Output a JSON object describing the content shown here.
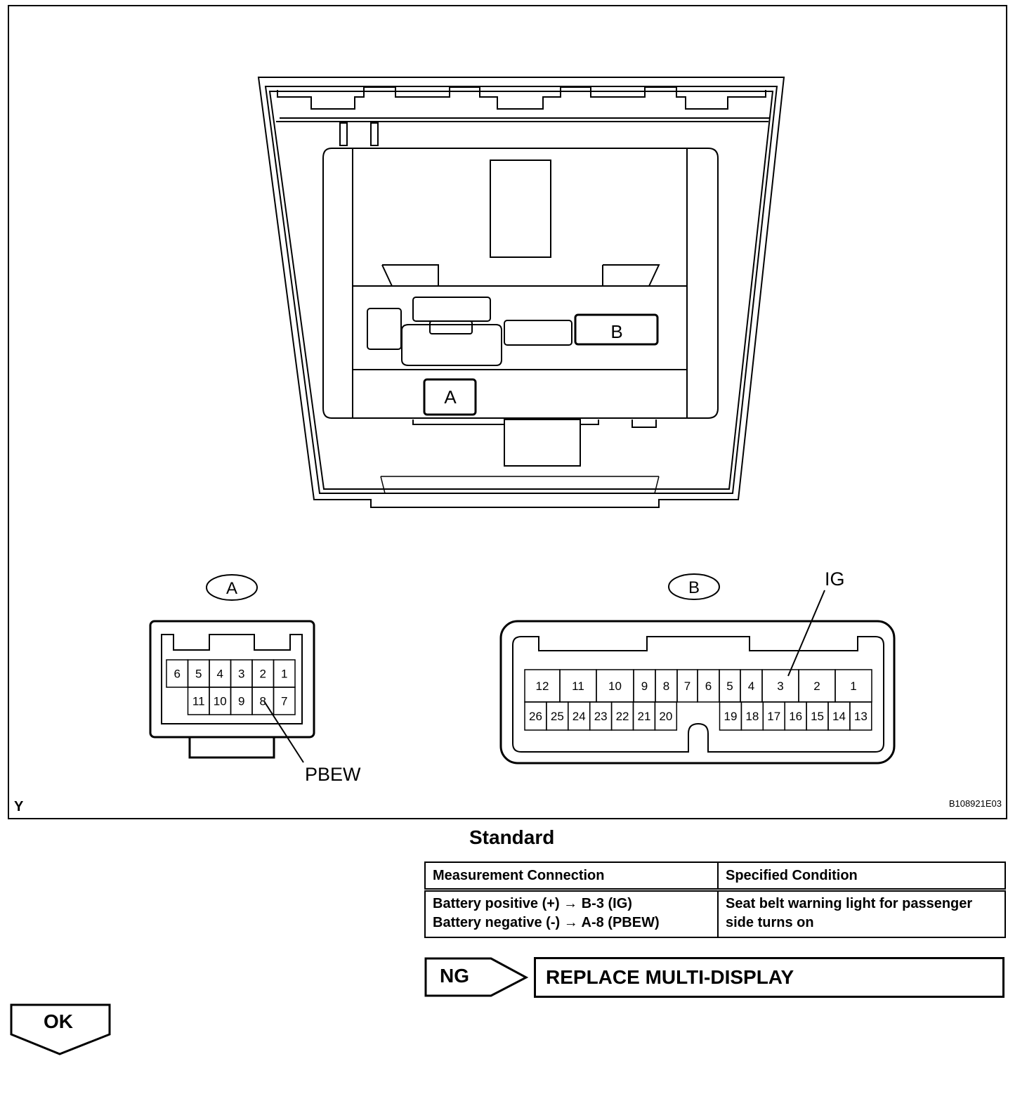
{
  "diagram": {
    "unit_labels": {
      "a": "A",
      "b": "B"
    },
    "connector_a": {
      "label": "A",
      "top_row": [
        "6",
        "5",
        "4",
        "3",
        "2",
        "1"
      ],
      "bottom_row": [
        "11",
        "10",
        "9",
        "8",
        "7"
      ],
      "callout": "PBEW"
    },
    "connector_b": {
      "label": "B",
      "top_row": [
        "12",
        "11",
        "10",
        "9",
        "8",
        "7",
        "6",
        "5",
        "4",
        "3",
        "2",
        "1"
      ],
      "bottom_row_left": [
        "26",
        "25",
        "24",
        "23",
        "22",
        "21",
        "20"
      ],
      "bottom_row_right": [
        "19",
        "18",
        "17",
        "16",
        "15",
        "14",
        "13"
      ],
      "callout": "IG"
    },
    "corner_mark": "Y",
    "figure_code": "B108921E03"
  },
  "standard": {
    "title": "Standard",
    "headers": [
      "Measurement Connection",
      "Specified Condition"
    ],
    "row": {
      "connection_lines": [
        "Battery positive (+) → B-3 (IG)",
        "Battery negative (-) → A-8 (PBEW)"
      ],
      "condition_lines": [
        "Seat belt warning light for passenger",
        "side turns on"
      ]
    }
  },
  "ng": {
    "label": "NG",
    "action": "REPLACE MULTI-DISPLAY"
  },
  "ok": {
    "label": "OK"
  }
}
